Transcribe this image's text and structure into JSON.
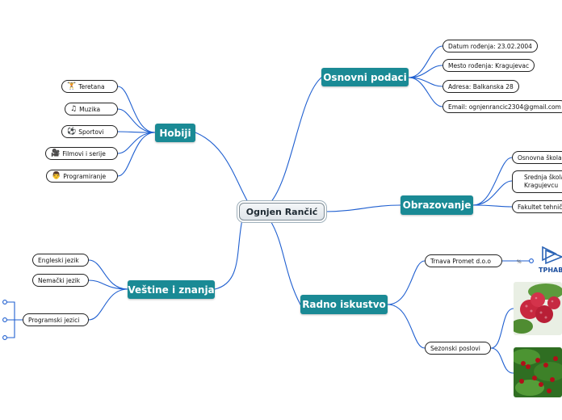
{
  "center": {
    "label": "Ognjen Rančić"
  },
  "branches": {
    "osnovni": {
      "label": "Osnovni podaci",
      "items": [
        "Datum rođenja: 23.02.2004",
        "Mesto rođenja: Kragujevac",
        "Adresa: Balkanska 28",
        "Email: ognjenrancic2304@gmail.com"
      ]
    },
    "obrazovanje": {
      "label": "Obrazovanje",
      "items": [
        "Osnovna škola",
        "Srednja škola",
        "Kragujevcu",
        "Fakultet tehnič"
      ]
    },
    "radno": {
      "label": "Radno iskustvo",
      "items": [
        "Trnava Promet  d.o.o",
        "Sezonski poslovi"
      ],
      "logo_text": "TPHAB"
    },
    "hobiji": {
      "label": "Hobiji",
      "items": [
        {
          "icon": "weightlifter-icon",
          "glyph": "🏋",
          "text": "Teretana"
        },
        {
          "icon": "music-notes-icon",
          "glyph": "♫",
          "text": "Muzika"
        },
        {
          "icon": "soccer-ball-icon",
          "glyph": "⚽",
          "text": "Sportovi"
        },
        {
          "icon": "film-camera-icon",
          "glyph": "🎥",
          "text": "Filmovi i serije"
        },
        {
          "icon": "programmer-icon",
          "glyph": "👨",
          "text": "Programiranje"
        }
      ]
    },
    "vestine": {
      "label": "Veštine i znanja",
      "items": [
        "Engleski jezik",
        "Nemački jezik",
        "Programski jezici"
      ]
    }
  },
  "colors": {
    "main_topic": "#1a8a95",
    "connector": "#1f5fd0",
    "raspberry": "#c8283f",
    "cherry": "#b01018",
    "leaf_green": "#3f8a2c"
  }
}
